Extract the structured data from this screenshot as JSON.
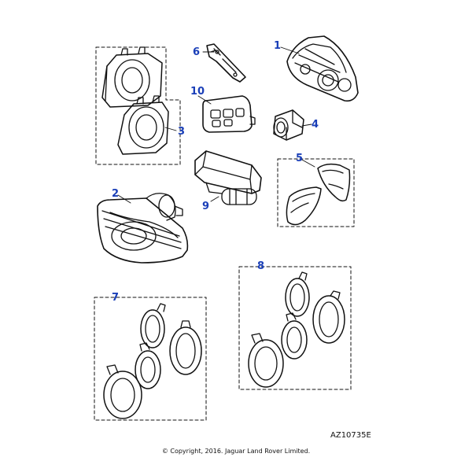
{
  "callouts": [
    {
      "id": "1",
      "label": "1"
    },
    {
      "id": "2",
      "label": "2"
    },
    {
      "id": "3",
      "label": "3"
    },
    {
      "id": "4",
      "label": "4"
    },
    {
      "id": "5",
      "label": "5"
    },
    {
      "id": "6",
      "label": "6"
    },
    {
      "id": "7",
      "label": "7"
    },
    {
      "id": "8",
      "label": "8"
    },
    {
      "id": "9",
      "label": "9"
    },
    {
      "id": "10",
      "label": "10"
    }
  ],
  "reference_code": "AZ10735E",
  "copyright": "© Copyright, 2016. Jaguar Land Rover Limited.",
  "colors": {
    "callout": "#1a3fb8",
    "line": "#111111",
    "background": "#ffffff"
  }
}
